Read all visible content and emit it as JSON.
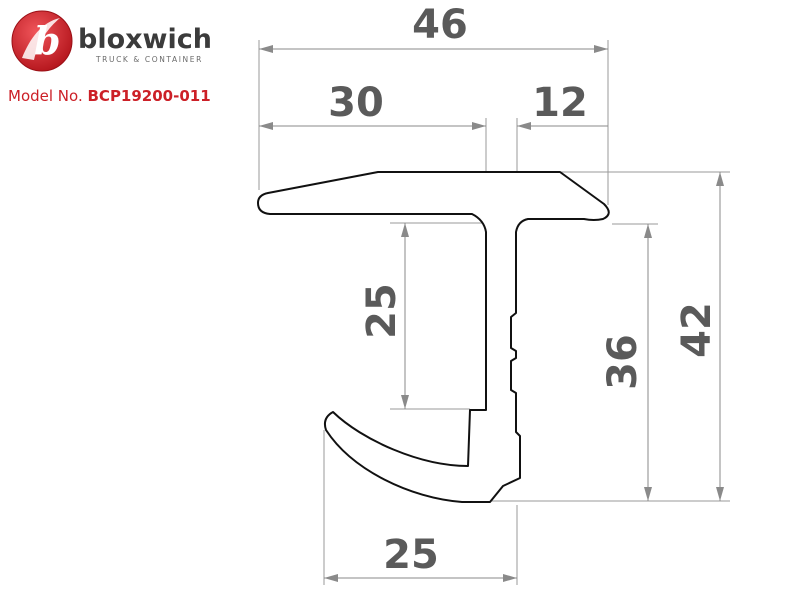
{
  "brand": {
    "name": "bloxwich",
    "tagline": "TRUCK & CONTAINER",
    "logo_lettering": "b",
    "colors": {
      "red": "#d8262d",
      "dark": "#3b3b3b"
    }
  },
  "model": {
    "label": "Model No.",
    "number": "BCP19200-011"
  },
  "dimensions": {
    "overall_width": "46",
    "left_flange_width": "30",
    "right_flange_width": "12",
    "overall_height": "42",
    "right_leg_height": "36",
    "inner_height": "25",
    "bottom_width": "25"
  },
  "colors": {
    "dimension": "#8a8a8a",
    "dimension_text": "#5a5a5a",
    "profile": "#111111"
  }
}
